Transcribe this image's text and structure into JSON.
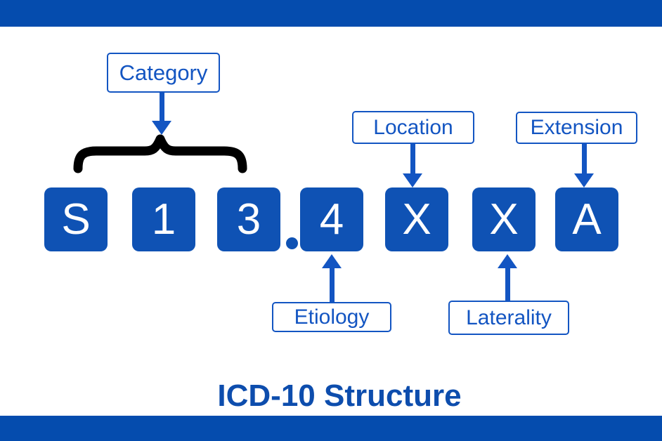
{
  "title": {
    "text": "ICD-10 Structure"
  },
  "code": {
    "characters": [
      "S",
      "1",
      "3",
      "4",
      "X",
      "X",
      "A"
    ],
    "decimal_point": "."
  },
  "annotations": {
    "category": {
      "label": "Category"
    },
    "location": {
      "label": "Location"
    },
    "extension": {
      "label": "Extension"
    },
    "etiology": {
      "label": "Etiology"
    },
    "laterality": {
      "label": "Laterality"
    }
  },
  "colors": {
    "bar_blue": "#054CAE",
    "box_blue": "#0F52B4",
    "accent_blue": "#1355C2",
    "title_blue": "#0D4DAD",
    "brace_black": "#000000",
    "box_text_white": "#FFFFFF"
  }
}
